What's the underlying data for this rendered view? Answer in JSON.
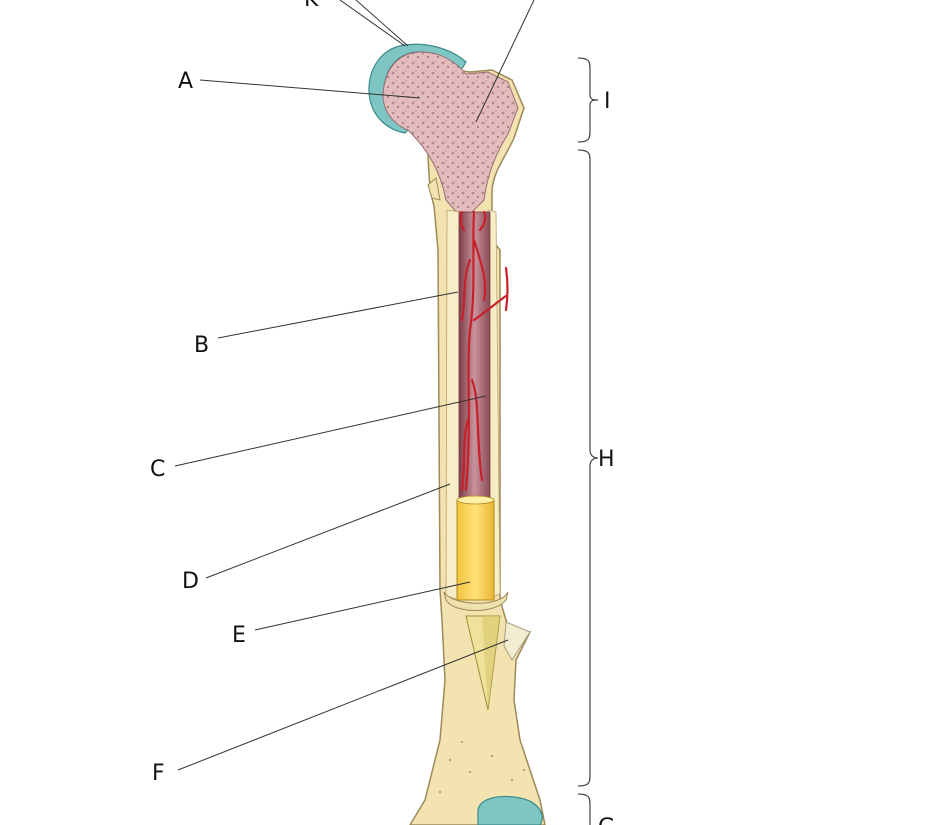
{
  "diagram": {
    "labels": {
      "A": "A",
      "B": "B",
      "C": "C",
      "D": "D",
      "E": "E",
      "F": "F",
      "H": "H",
      "I": "I",
      "K_partial": "K",
      "G_partial": "G"
    }
  }
}
